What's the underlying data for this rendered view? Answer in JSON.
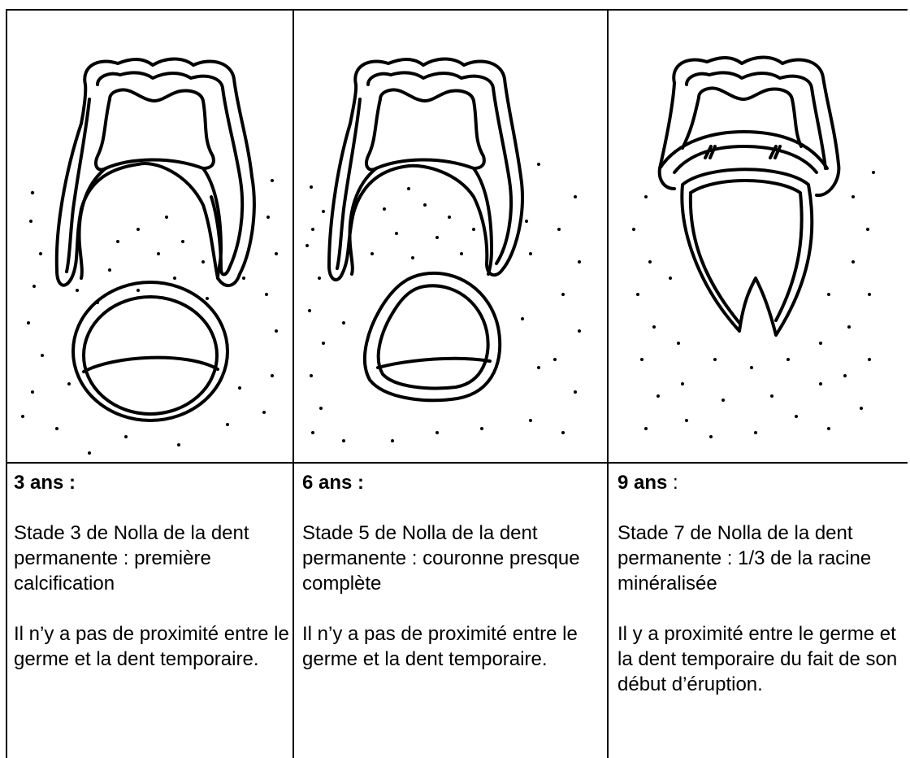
{
  "columns": [
    {
      "age": "3 ans",
      "age_suffix": " :",
      "stage": "Stade 3 de Nolla de la dent permanente : première calcification",
      "proximity": "Il n’y a pas de proximité entre le germe et la dent temporaire."
    },
    {
      "age": "6 ans",
      "age_suffix": " :",
      "stage": "Stade 5 de Nolla de la dent permanente : couronne presque complète",
      "proximity": "Il n’y a pas de proximité entre le germe et la dent temporaire."
    },
    {
      "age": "9 ans",
      "age_suffix": " :",
      "stage": "Stade 7 de Nolla de la dent permanente : 1/3 de la racine minéralisée",
      "proximity": "Il y a proximité entre le germe et la dent temporaire du fait de son début d’éruption."
    }
  ]
}
